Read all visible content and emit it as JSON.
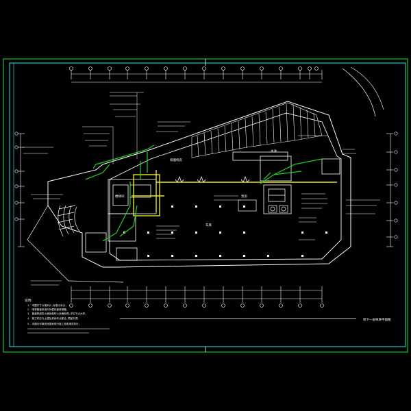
{
  "drawing": {
    "colors": {
      "background": "#000000",
      "outer_frame": "#18c418",
      "inner_frame": "#18c8c8",
      "walls": "#ffffff",
      "pipe_green": "#1ad41a",
      "pipe_yellow": "#e8e81a",
      "ramp_hatch": "#ffffff",
      "dimension": "#ffffff",
      "title_mark": "#ffffff"
    },
    "notes_heading": "说明:",
    "notes": [
      "1. 本图尺寸以毫米计,标高以米计。",
      "2. 喷淋管道采用内外壁热镀锌钢管。",
      "3. 管道穿越防火墙处做防火封堵处理,详见节点大样。",
      "4. 施工时应与土建及其他专业配合,预留孔洞。",
      "5. 本图未尽事宜按国家现行施工验收规范执行。"
    ],
    "drawing_title": "地下一层喷淋平面图",
    "room_labels": [
      "泵房",
      "水池",
      "车库",
      "排烟机房",
      "楼梯间"
    ]
  }
}
